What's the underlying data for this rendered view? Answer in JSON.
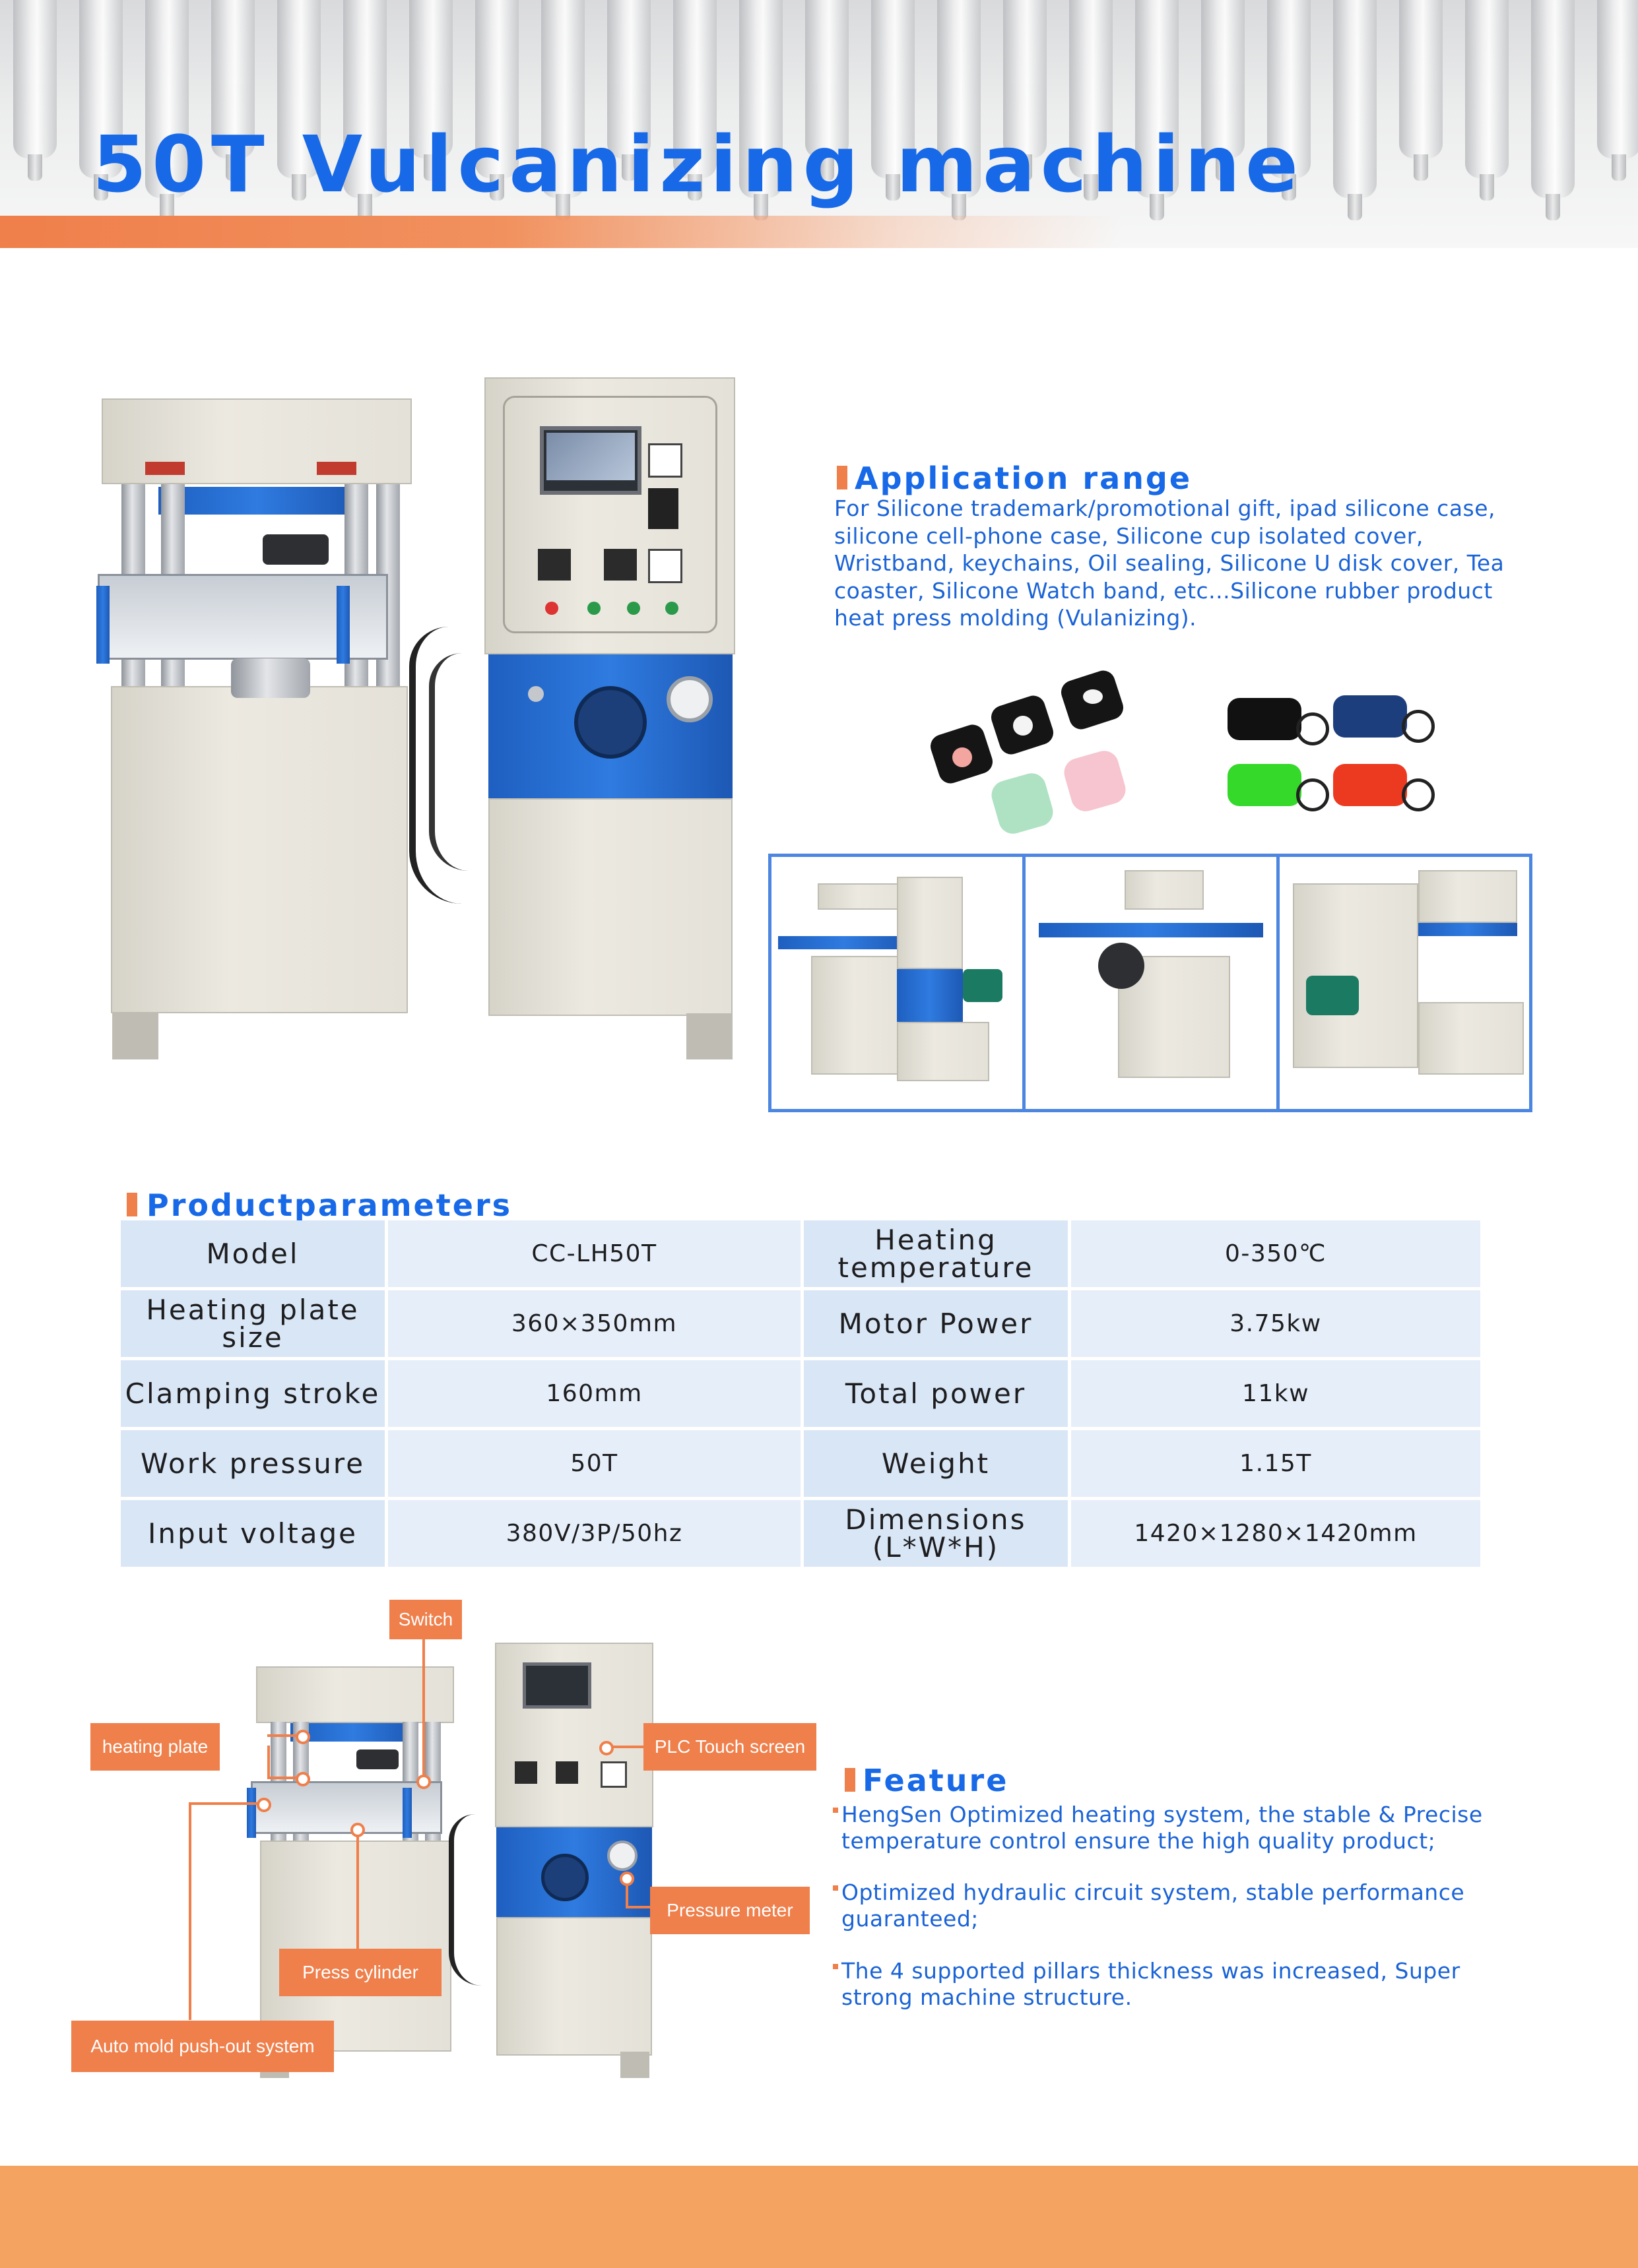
{
  "header": {
    "title": "50T Vulcanizing machine"
  },
  "application": {
    "title": "Application range",
    "lines": [
      "For Silicone trademark/promotional gift, ipad silicone case,",
      "silicone cell-phone case, Silicone cup isolated cover,",
      "Wristband, keychains, Oil sealing, Silicone U disk cover, Tea",
      "coaster, Silicone Watch band, etc...Silicone rubber product",
      "heat press molding (Vulanizing)."
    ]
  },
  "parameters": {
    "title": "Productparameters",
    "rows": [
      {
        "label1": "Model",
        "value1": "CC-LH50T",
        "label2": "Heating\ntemperature",
        "value2": "0-350℃"
      },
      {
        "label1": "Heating plate size",
        "value1": "360×350mm",
        "label2": "Motor Power",
        "value2": "3.75kw"
      },
      {
        "label1": "Clamping stroke",
        "value1": "160mm",
        "label2": "Total power",
        "value2": "11kw"
      },
      {
        "label1": "Work pressure",
        "value1": "50T",
        "label2": "Weight",
        "value2": "1.15T"
      },
      {
        "label1": "Input voltage",
        "value1": "380V/3P/50hz",
        "label2": "Dimensions\n(L*W*H)",
        "value2": "1420×1280×1420mm"
      }
    ]
  },
  "callouts": {
    "switch": "Switch",
    "heating_plate": "heating plate",
    "plc": "PLC Touch screen",
    "pressure_meter": "Pressure meter",
    "press_cylinder": "Press cylinder",
    "auto_mold": "Auto mold push-out system"
  },
  "feature": {
    "title": "Feature",
    "items": [
      {
        "line1": "HengSen Optimized heating system, the stable & Precise",
        "line2": "temperature control ensure the high quality product;"
      },
      {
        "line1": "Optimized hydraulic circuit system, stable performance",
        "line2": "guaranteed;"
      },
      {
        "line1": "The 4 supported pillars thickness was increased, Super",
        "line2": "strong machine structure."
      }
    ]
  },
  "colors": {
    "accent_blue": "#1769e8",
    "accent_orange": "#ef7f4b",
    "footer_orange": "#f4a460",
    "table_label_bg": "#d9e6f6",
    "table_value_bg": "#e6eef9",
    "photo_frame": "#4c86e0"
  },
  "icons": {
    "earbud_cases": "product-photo-earbud-cases",
    "keychain_cases": "product-photo-keychain-cases"
  }
}
